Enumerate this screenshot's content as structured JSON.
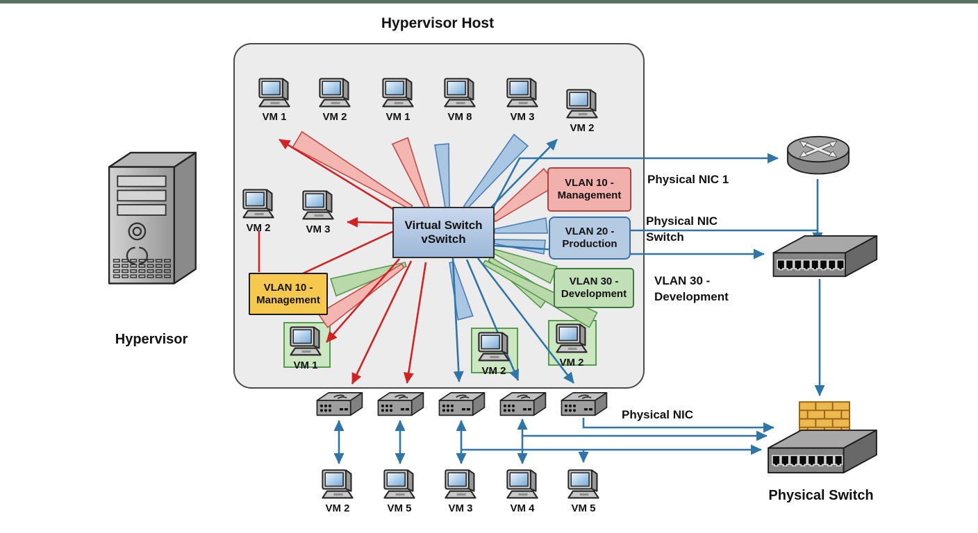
{
  "title": "Hypervisor Host",
  "hypervisor": {
    "label": "Hypervisor"
  },
  "host": {
    "top_vms": [
      {
        "label": "VM 1"
      },
      {
        "label": "VM 2"
      },
      {
        "label": "VM 1"
      },
      {
        "label": "VM 8"
      },
      {
        "label": "VM 3"
      },
      {
        "label": "VM 2"
      }
    ],
    "left_vms": [
      {
        "label": "VM 2"
      },
      {
        "label": "VM 3"
      }
    ],
    "vswitch": {
      "line1": "Virtual Switch",
      "line2": "vSwitch"
    },
    "vlans": {
      "yellow": {
        "line1": "VLAN 10 -",
        "line2": "Management"
      },
      "red": {
        "line1": "VLAN 10 -",
        "line2": "Management"
      },
      "blue": {
        "line1": "VLAN 20 -",
        "line2": "Production"
      },
      "green": {
        "line1": "VLAN 30 -",
        "line2": "Development"
      }
    },
    "green_vms": [
      {
        "label": "VM 1"
      },
      {
        "label": "VM 2"
      },
      {
        "label": "VM 2"
      }
    ]
  },
  "bottom_vms": [
    {
      "label": "VM 2"
    },
    {
      "label": "VM 5"
    },
    {
      "label": "VM 3"
    },
    {
      "label": "VM 4"
    },
    {
      "label": "VM 5"
    }
  ],
  "labels": {
    "physical_nic_1": "Physical NIC 1",
    "physical_nic_multi": {
      "line1": "Physical NIC",
      "line2": "Switch"
    },
    "vlan30": {
      "line1": "VLAN 30 -",
      "line2": "Development"
    },
    "physical_nic_bottom": "Physical NIC",
    "physical_switch": "Physical Switch"
  },
  "colors": {
    "top_bar": "#56715e",
    "host_fill": "#ececec",
    "host_border": "#4a4a4a",
    "blue_line": "#2e75a8",
    "red_line": "#d42020",
    "vlan_yellow_fill": "#f6c94e",
    "vlan_yellow_border": "#1a1a1a",
    "vlan_red_fill": "#f2b0ac",
    "vlan_red_border": "#a94440",
    "vlan_blue_fill": "#b5cbe2",
    "vlan_blue_border": "#3a6ea5",
    "vlan_green_fill": "#c2e0b8",
    "vlan_green_border2": "#3e7a3e",
    "vlan_green_light": "#cde7c2",
    "vlan_green_border": "#569a4d",
    "firewall_brick": "#ecb84f"
  }
}
